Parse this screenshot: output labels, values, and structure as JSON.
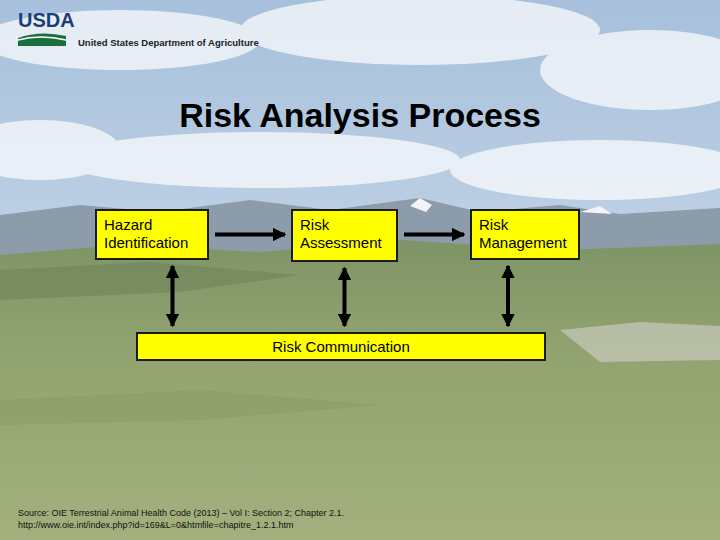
{
  "diagram": {
    "title": "Risk Analysis Process",
    "nodes": [
      {
        "text": [
          "Hazard Identification"
        ]
      },
      {
        "text": [
          "Risk Assessment"
        ]
      },
      {
        "text": [
          "Risk Management"
        ]
      },
      {
        "text": [
          "Risk Communication"
        ]
      }
    ],
    "edges": [
      {
        "from": 0,
        "to": 1,
        "arrow": "to"
      },
      {
        "from": 1,
        "to": 2,
        "arrow": "to"
      },
      {
        "from": 0,
        "to": 3,
        "arrow": "both"
      },
      {
        "from": 1,
        "to": 3,
        "arrow": "both"
      },
      {
        "from": 2,
        "to": 3,
        "arrow": "both"
      }
    ],
    "labels": [
      "USDA",
      "United States Department of Agriculture",
      "Source: OIE Terrestrial Animal Health Code (2013) – Vol I: Section 2; Chapter 2.1.",
      "http://www.oie.int/index.php?id=169&L=0&htmfile=chapitre_1.2.1.htm"
    ]
  }
}
